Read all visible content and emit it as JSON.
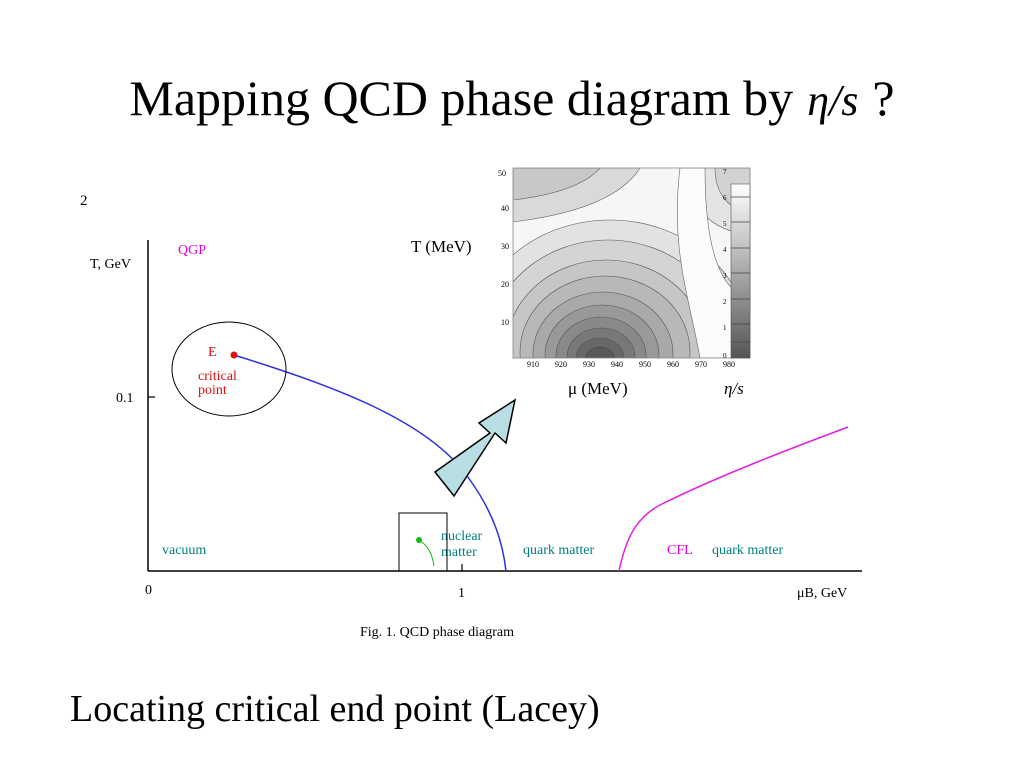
{
  "slide": {
    "title": "Mapping QCD phase diagram by",
    "title_math": "η/s",
    "title_end": "?",
    "bottom_text": "Locating critical end point (Lacey)"
  },
  "phase_diagram": {
    "page_number": "2",
    "y_axis_label": "T, GeV",
    "x_axis_label": "μB, GeV",
    "y_tick": "0.1",
    "x_tick_zero": "0",
    "x_tick_one": "1",
    "regions": {
      "qgp": "QGP",
      "vacuum": "vacuum",
      "nuclear_line1": "nuclear",
      "nuclear_line2": "matter",
      "quark_matter": "quark matter",
      "cfl": "CFL",
      "cfl_quark_matter": "quark matter"
    },
    "critical_point_letter": "E",
    "critical_point_line1": "critical",
    "critical_point_line2": "point",
    "caption": "Fig. 1.   QCD phase diagram",
    "colors": {
      "qgp": "#e000e0",
      "cfl_curve": "#e020e0",
      "phase_line": "#3030e0",
      "critical": "#dd1111",
      "teal_text": "#008080",
      "nuclear_dot": "#11bb11",
      "arrow_fill": "#b8dde3"
    }
  },
  "inset": {
    "y_label": "T (MeV)",
    "x_label": "μ (MeV)",
    "colorbar_label": "η/s",
    "y_ticks": [
      "50",
      "40",
      "30",
      "20",
      "10"
    ],
    "x_ticks": [
      "910",
      "920",
      "930",
      "940",
      "950",
      "960",
      "970",
      "980"
    ],
    "colorbar_ticks": [
      "7",
      "6",
      "5",
      "4",
      "3",
      "2",
      "1",
      "0"
    ]
  }
}
